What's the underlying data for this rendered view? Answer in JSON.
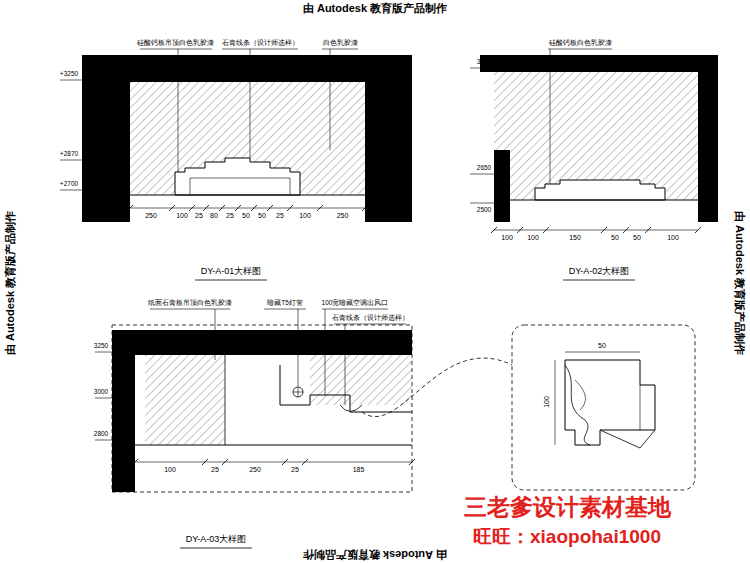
{
  "diagram": {
    "labels": [
      "由 Autodesk 教育版产品制作",
      "由 Autodesk 教育版产品制作",
      "由 Autodesk 教育版产品制作",
      "由 Autodesk 教育版产品制作",
      "硅酸钙板吊顶白色乳胶漆",
      "石膏线条（设计师选样）",
      "白色乳胶漆",
      "+3250",
      "+2870",
      "+2700",
      "250",
      "100",
      "25",
      "80",
      "25",
      "50",
      "50",
      "25",
      "100",
      "250",
      "DY-A-01大样图",
      "硅酸钙板白色乳胶漆",
      "3250",
      "2650",
      "2500",
      "100",
      "100",
      "150",
      "50",
      "50",
      "100",
      "DY-A-02大样图",
      "纸面石膏板吊顶白色乳胶漆",
      "暗藏T5灯管",
      "100宽暗藏空调出风口",
      "石膏线条（设计师选样）",
      "3250",
      "3000",
      "2800",
      "100",
      "25",
      "250",
      "25",
      "185",
      "100",
      "50",
      "DY-A-03大样图",
      "三老爹设计素材基地",
      "旺旺：xiaopohai1000"
    ]
  }
}
